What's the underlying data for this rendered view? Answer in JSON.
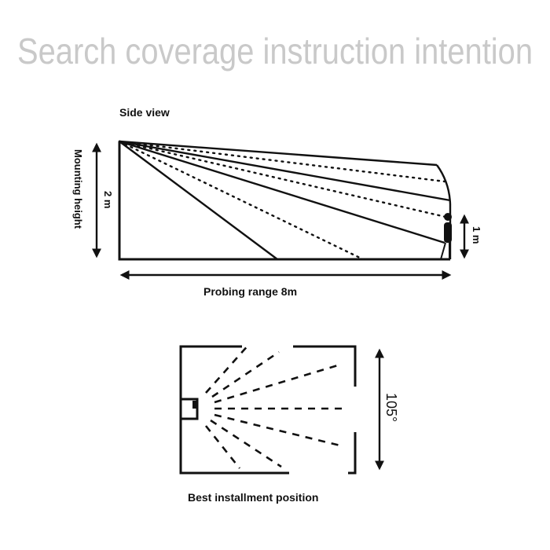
{
  "title": "Search coverage instruction intention",
  "side_view": {
    "label": "Side view",
    "mounting_height_label": "Mounting height",
    "height_value": "2 m",
    "target_height": "1 m",
    "range_label": "Probing range 8m"
  },
  "top_view": {
    "angle": "105°",
    "caption": "Best installment position"
  }
}
